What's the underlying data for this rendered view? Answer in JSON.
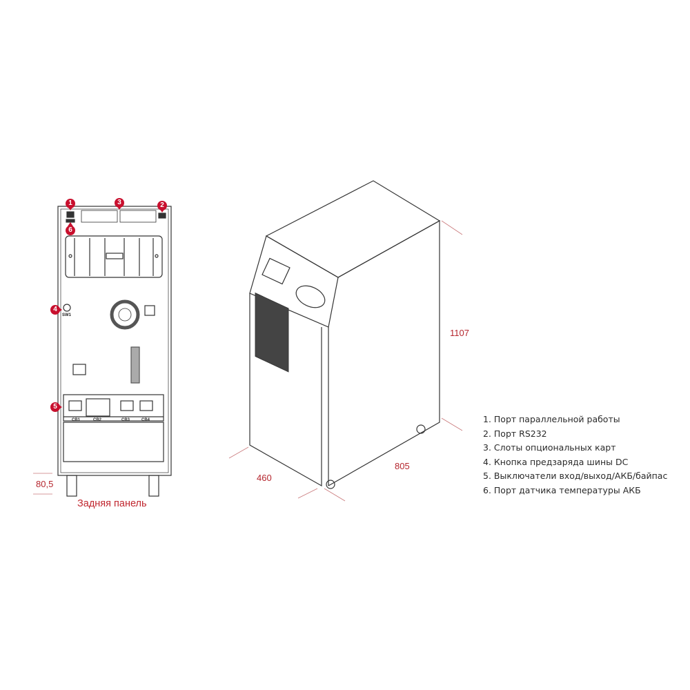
{
  "rear_panel": {
    "caption": "Задняя панель",
    "wheel_height_dim": "80,5",
    "markers": [
      "1",
      "2",
      "3",
      "4",
      "5",
      "6"
    ],
    "switch_label": "SW1",
    "breakers": [
      "CB1",
      "CB2",
      "CB3",
      "CB4"
    ]
  },
  "iso_view": {
    "height_dim": "1107",
    "width_dim": "460",
    "depth_dim": "805"
  },
  "legend": {
    "items": [
      "1. Порт параллельной работы",
      "2. Порт RS232",
      "3. Слоты опциональных карт",
      "4. Кнопка предзаряда шины DC",
      "5. Выключатели вход/выход/АКБ/байпас",
      "6. Порт датчика температуры АКБ"
    ]
  },
  "colors": {
    "marker": "#c8102e",
    "dimension": "#b5262e",
    "line": "#333333"
  }
}
